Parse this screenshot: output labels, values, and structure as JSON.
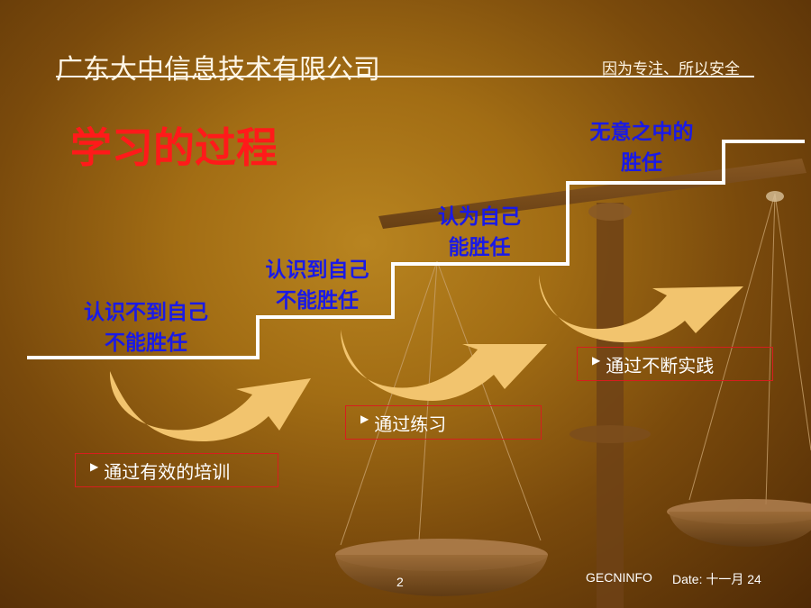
{
  "header": {
    "company": "广东大中信息技术有限公司",
    "slogan": "因为专注、所以安全"
  },
  "title": "学习的过程",
  "steps": [
    {
      "line1": "认识不到自己",
      "line2": "不能胜任"
    },
    {
      "line1": "认识到自己",
      "line2": "不能胜任"
    },
    {
      "line1": "认为自己",
      "line2": "能胜任"
    },
    {
      "line1": "无意之中的",
      "line2": "胜任"
    }
  ],
  "transitions": [
    {
      "label": "通过有效的培训"
    },
    {
      "label": "通过练习"
    },
    {
      "label": "通过不断实践"
    }
  ],
  "footer": {
    "page_number": "2",
    "org": "GECNINFO",
    "date": "Date: 十一月 24"
  },
  "colors": {
    "step_text": "#1a1ae6",
    "title_text": "#ff1a1a",
    "box_border": "#d71e1e",
    "arrow": "#f2c46e"
  }
}
